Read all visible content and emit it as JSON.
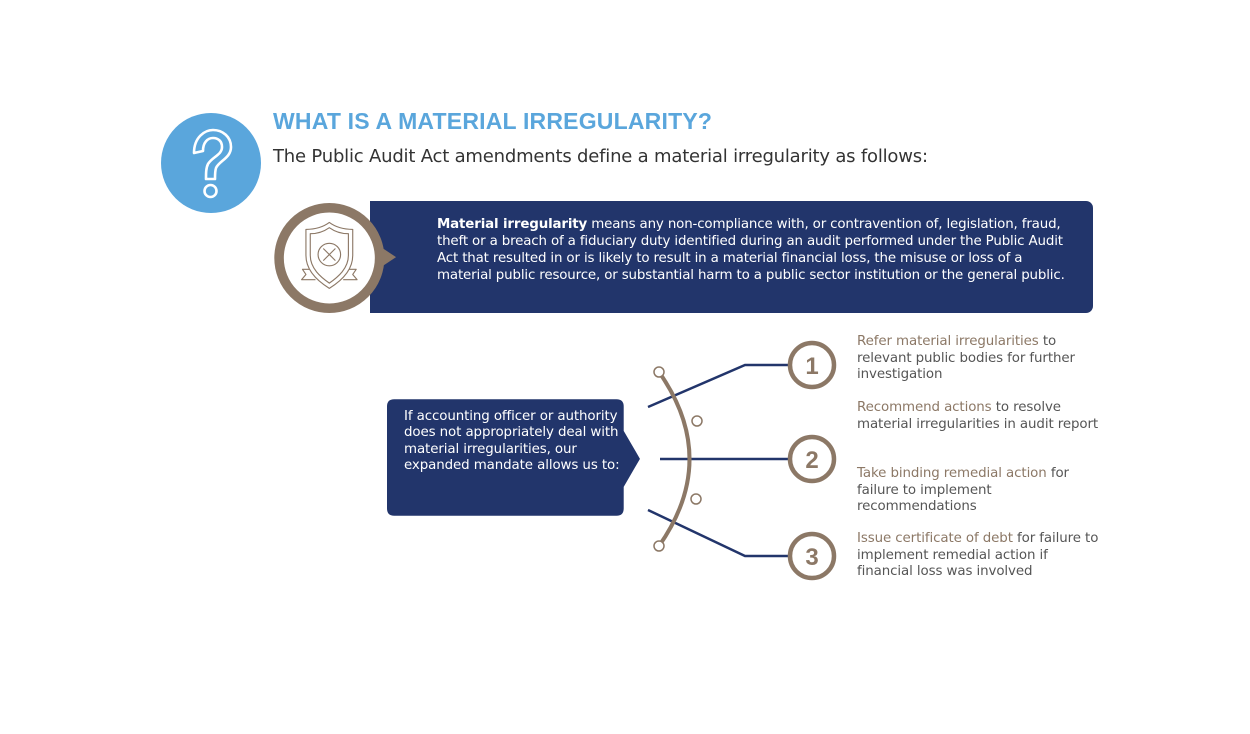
{
  "header": {
    "title": "WHAT IS A MATERIAL IRREGULARITY?",
    "subtitle": "The Public Audit Act amendments define a material irregularity as follows:",
    "icon": "question-mark-icon"
  },
  "definition": {
    "icon": "shield-x-icon",
    "term": "Material irregularity",
    "text": " means any non-compliance with, or contravention of, legislation, fraud, theft or a breach of a fiduciary duty identified during an audit performed under the Public Audit Act that resulted in or is likely to result in a material financial loss, the misuse or loss of a material public resource, or substantial harm to a public sector institution or the general public."
  },
  "mandate": {
    "text": "If accounting officer or authority does not appropriately deal with material irregularities, our expanded mandate allows us to:"
  },
  "steps": [
    {
      "number": "1"
    },
    {
      "number": "2"
    },
    {
      "number": "3"
    }
  ],
  "actions": [
    {
      "highlight": "Refer material irregularities",
      "rest": " to relevant public bodies for further investigation"
    },
    {
      "highlight": "Recommend actions",
      "rest": " to resolve material irregularities in audit report"
    },
    {
      "highlight": "Take binding remedial action",
      "rest": " for failure to implement recommendations"
    },
    {
      "highlight": "Issue certificate of debt",
      "rest": " for failure to implement remedial action if financial loss was involved"
    }
  ],
  "colors": {
    "accent_blue": "#5aa6dc",
    "navy": "#22356b",
    "taupe": "#8c7866",
    "text_gray": "#555555"
  }
}
